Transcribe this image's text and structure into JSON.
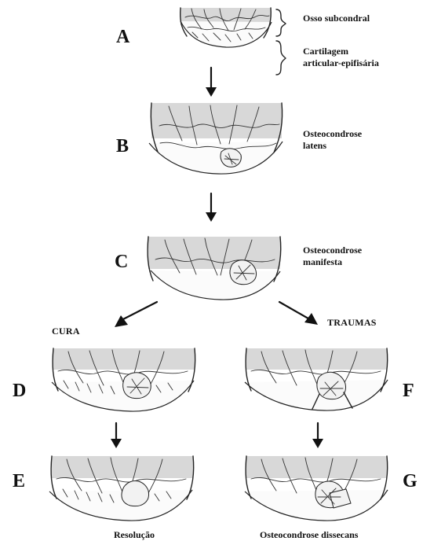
{
  "labels": {
    "A": "A",
    "B": "B",
    "C": "C",
    "D": "D",
    "E": "E",
    "F": "F",
    "G": "G"
  },
  "annotations": {
    "subchondral_bone": "Osso subcondral",
    "cartilage_line1": "Cartilagem",
    "cartilage_line2": "articular-epifisária",
    "latens_line1": "Osteocondrose",
    "latens_line2": "latens",
    "manifest_line1": "Osteocondrose",
    "manifest_line2": "manifesta"
  },
  "branches": {
    "cure": "CURA",
    "trauma": "TRAUMAS"
  },
  "outcomes": {
    "resolution": "Resolução",
    "dissecans": "Osteocondrose dissecans"
  }
}
